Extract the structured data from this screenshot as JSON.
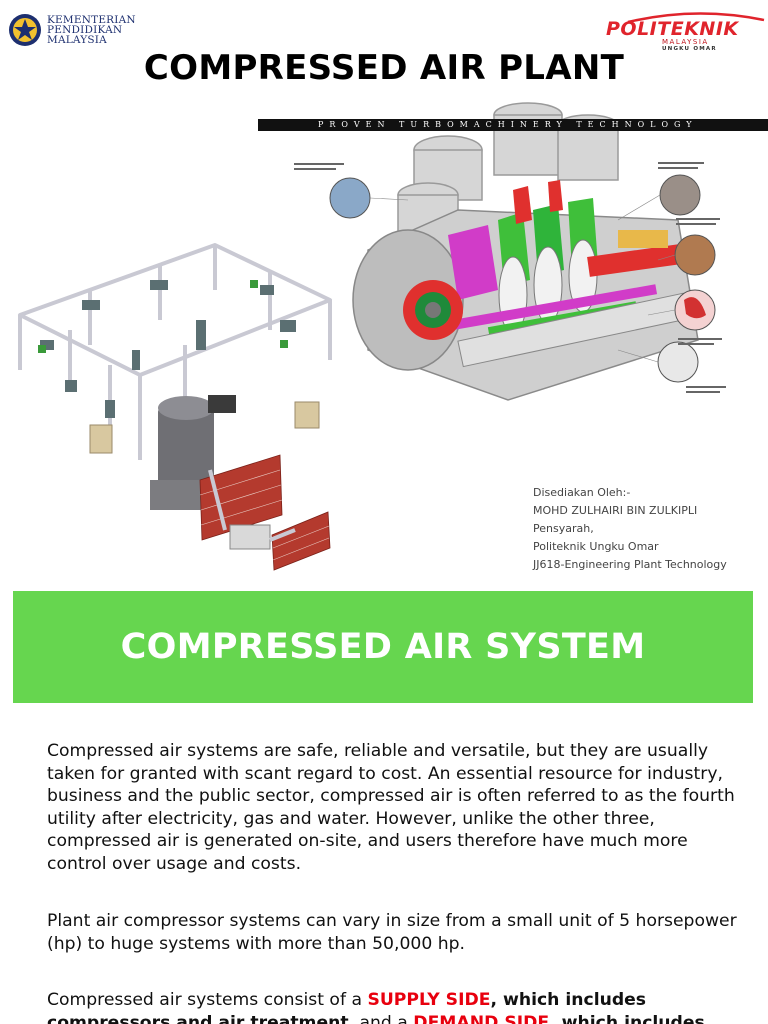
{
  "slide1": {
    "ministry_logo": {
      "lines": [
        "KEMENTERIAN",
        "PENDIDIKAN",
        "MALAYSIA"
      ]
    },
    "poli_logo": {
      "main": "POLITEKNIK",
      "sub": "MALAYSIA",
      "sub2": "UNGKU OMAR",
      "color": "#e0242c"
    },
    "title": "COMPRESSED AIR PLANT",
    "banner_text": "PROVEN TURBOMACHINERY TECHNOLOGY",
    "credits": [
      "Disediakan Oleh:-",
      "MOHD ZULHAIRI BIN ZULKIPLI",
      "Pensyarah,",
      "Politeknik Ungku Omar",
      "JJ618-Engineering Plant Technology"
    ]
  },
  "slide2": {
    "title": "COMPRESSED AIR SYSTEM",
    "band_color": "#66d64f",
    "paragraph1": "Compressed air systems are safe, reliable and versatile, but they are usually taken for granted with scant regard to cost. An essential resource for industry, business and the public sector, compressed air is often referred to as the fourth utility after electricity, gas and water. However, unlike the other three, compressed air is generated on-site, and users therefore have much more control over usage and costs.",
    "paragraph2": "Plant air compressor systems can vary in size from a small unit of 5 horsepower (hp) to huge systems with more than 50,000 hp.",
    "paragraph3": {
      "part1": "Compressed air systems consist of a ",
      "supply_side": "SUPPLY SIDE",
      "part2": ", which includes compressors and air treatment",
      "part3": ", and a ",
      "demand_side": "DEMAND SIDE",
      "part4": ", which includes"
    }
  }
}
